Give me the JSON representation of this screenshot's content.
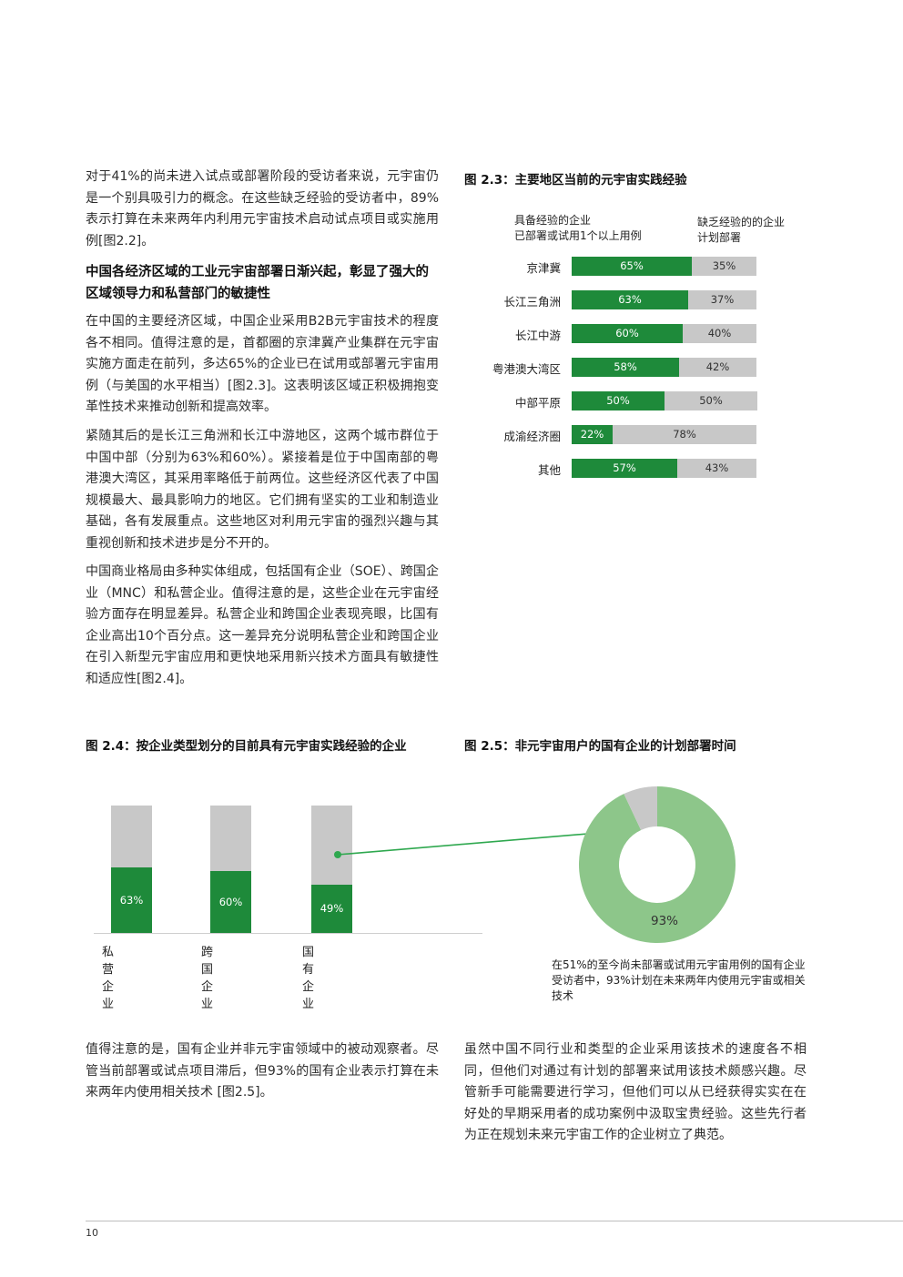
{
  "left_column": {
    "p1": "对于41%的尚未进入试点或部署阶段的受访者来说，元宇宙仍是一个别具吸引力的概念。在这些缺乏经验的受访者中，89%表示打算在未来两年内利用元宇宙技术启动试点项目或实施用例[图2.2]。",
    "heading": "中国各经济区域的工业元宇宙部署日渐兴起，彰显了强大的区域领导力和私营部门的敏捷性",
    "p2": "在中国的主要经济区域，中国企业采用B2B元宇宙技术的程度各不相同。值得注意的是，首都圈的京津冀产业集群在元宇宙实施方面走在前列，多达65%的企业已在试用或部署元宇宙用例（与美国的水平相当）[图2.3]。这表明该区域正积极拥抱变革性技术来推动创新和提高效率。",
    "p3": "紧随其后的是长江三角洲和长江中游地区，这两个城市群位于中国中部（分别为63%和60%）。紧接着是位于中国南部的粤港澳大湾区，其采用率略低于前两位。这些经济区代表了中国规模最大、最具影响力的地区。它们拥有坚实的工业和制造业基础，各有发展重点。这些地区对利用元宇宙的强烈兴趣与其重视创新和技术进步是分不开的。",
    "p4": "中国商业格局由多种实体组成，包括国有企业（SOE）、跨国企业（MNC）和私营企业。值得注意的是，这些企业在元宇宙经验方面存在明显差异。私营企业和跨国企业表现亮眼，比国有企业高出10个百分点。这一差异充分说明私营企业和跨国企业在引入新型元宇宙应用和更快地采用新兴技术方面具有敏捷性和适应性[图2.4]。",
    "p5": "值得注意的是，国有企业并非元宇宙领域中的被动观察者。尽管当前部署或试点项目滞后，但93%的国有企业表示打算在未来两年内使用相关技术 [图2.5]。"
  },
  "right_column": {
    "p6": "虽然中国不同行业和类型的企业采用该技术的速度各不相同，但他们对通过有计划的部署来试用该技术颇感兴趣。尽管新手可能需要进行学习，但他们可以从已经获得实实在在好处的早期采用者的成功案例中汲取宝贵经验。这些先行者为正在规划未来元宇宙工作的企业树立了典范。"
  },
  "fig23": {
    "title": "图 2.3：主要地区当前的元宇宙实践经验",
    "legend_left_1": "具备经验的企业",
    "legend_left_2": "已部署或试用1个以上用例",
    "legend_right_1": "缺乏经验的的企业",
    "legend_right_2": "计划部署"
  },
  "fig24": {
    "title": "图 2.4：按企业类型划分的目前具有元宇宙实践经验的企业"
  },
  "fig25": {
    "title": "图 2.5：非元宇宙用户的国有企业的计划部署时间",
    "center_value": "93%",
    "caption": "在51%的至今尚未部署或试用元宇宙用例的国有企业受访者中，93%计划在未来两年内使用元宇宙或相关技术"
  },
  "colors": {
    "green_dark": "#1e8a3a",
    "green_light": "#8dc68a",
    "grey": "#c8c8c8",
    "arrow": "#2fa84f"
  },
  "page_number": "10",
  "chart_data": [
    {
      "type": "bar",
      "orientation": "horizontal-stacked",
      "categories": [
        "京津冀",
        "长江三角洲",
        "长江中游",
        "粤港澳大湾区",
        "中部平原",
        "成渝经济圈",
        "其他"
      ],
      "series": [
        {
          "name": "具备经验的企业",
          "values": [
            65,
            63,
            60,
            58,
            50,
            22,
            57
          ],
          "labels": [
            "65%",
            "63%",
            "60%",
            "58%",
            "50%",
            "22%",
            "57%"
          ]
        },
        {
          "name": "缺乏经验的的企业",
          "values": [
            35,
            37,
            40,
            42,
            50,
            78,
            43
          ],
          "labels": [
            "35%",
            "37%",
            "40%",
            "42%",
            "50%",
            "78%",
            "43%"
          ]
        }
      ],
      "xlim": [
        0,
        100
      ]
    },
    {
      "type": "bar",
      "orientation": "vertical-stacked",
      "categories": [
        "私营企业",
        "跨国企业",
        "国有企业"
      ],
      "values": [
        63,
        60,
        49
      ],
      "labels": [
        "63%",
        "60%",
        "49%"
      ],
      "ylim": [
        0,
        100
      ]
    },
    {
      "type": "pie",
      "variant": "donut",
      "values": [
        93,
        7
      ],
      "labels": [
        "93%",
        ""
      ]
    }
  ]
}
